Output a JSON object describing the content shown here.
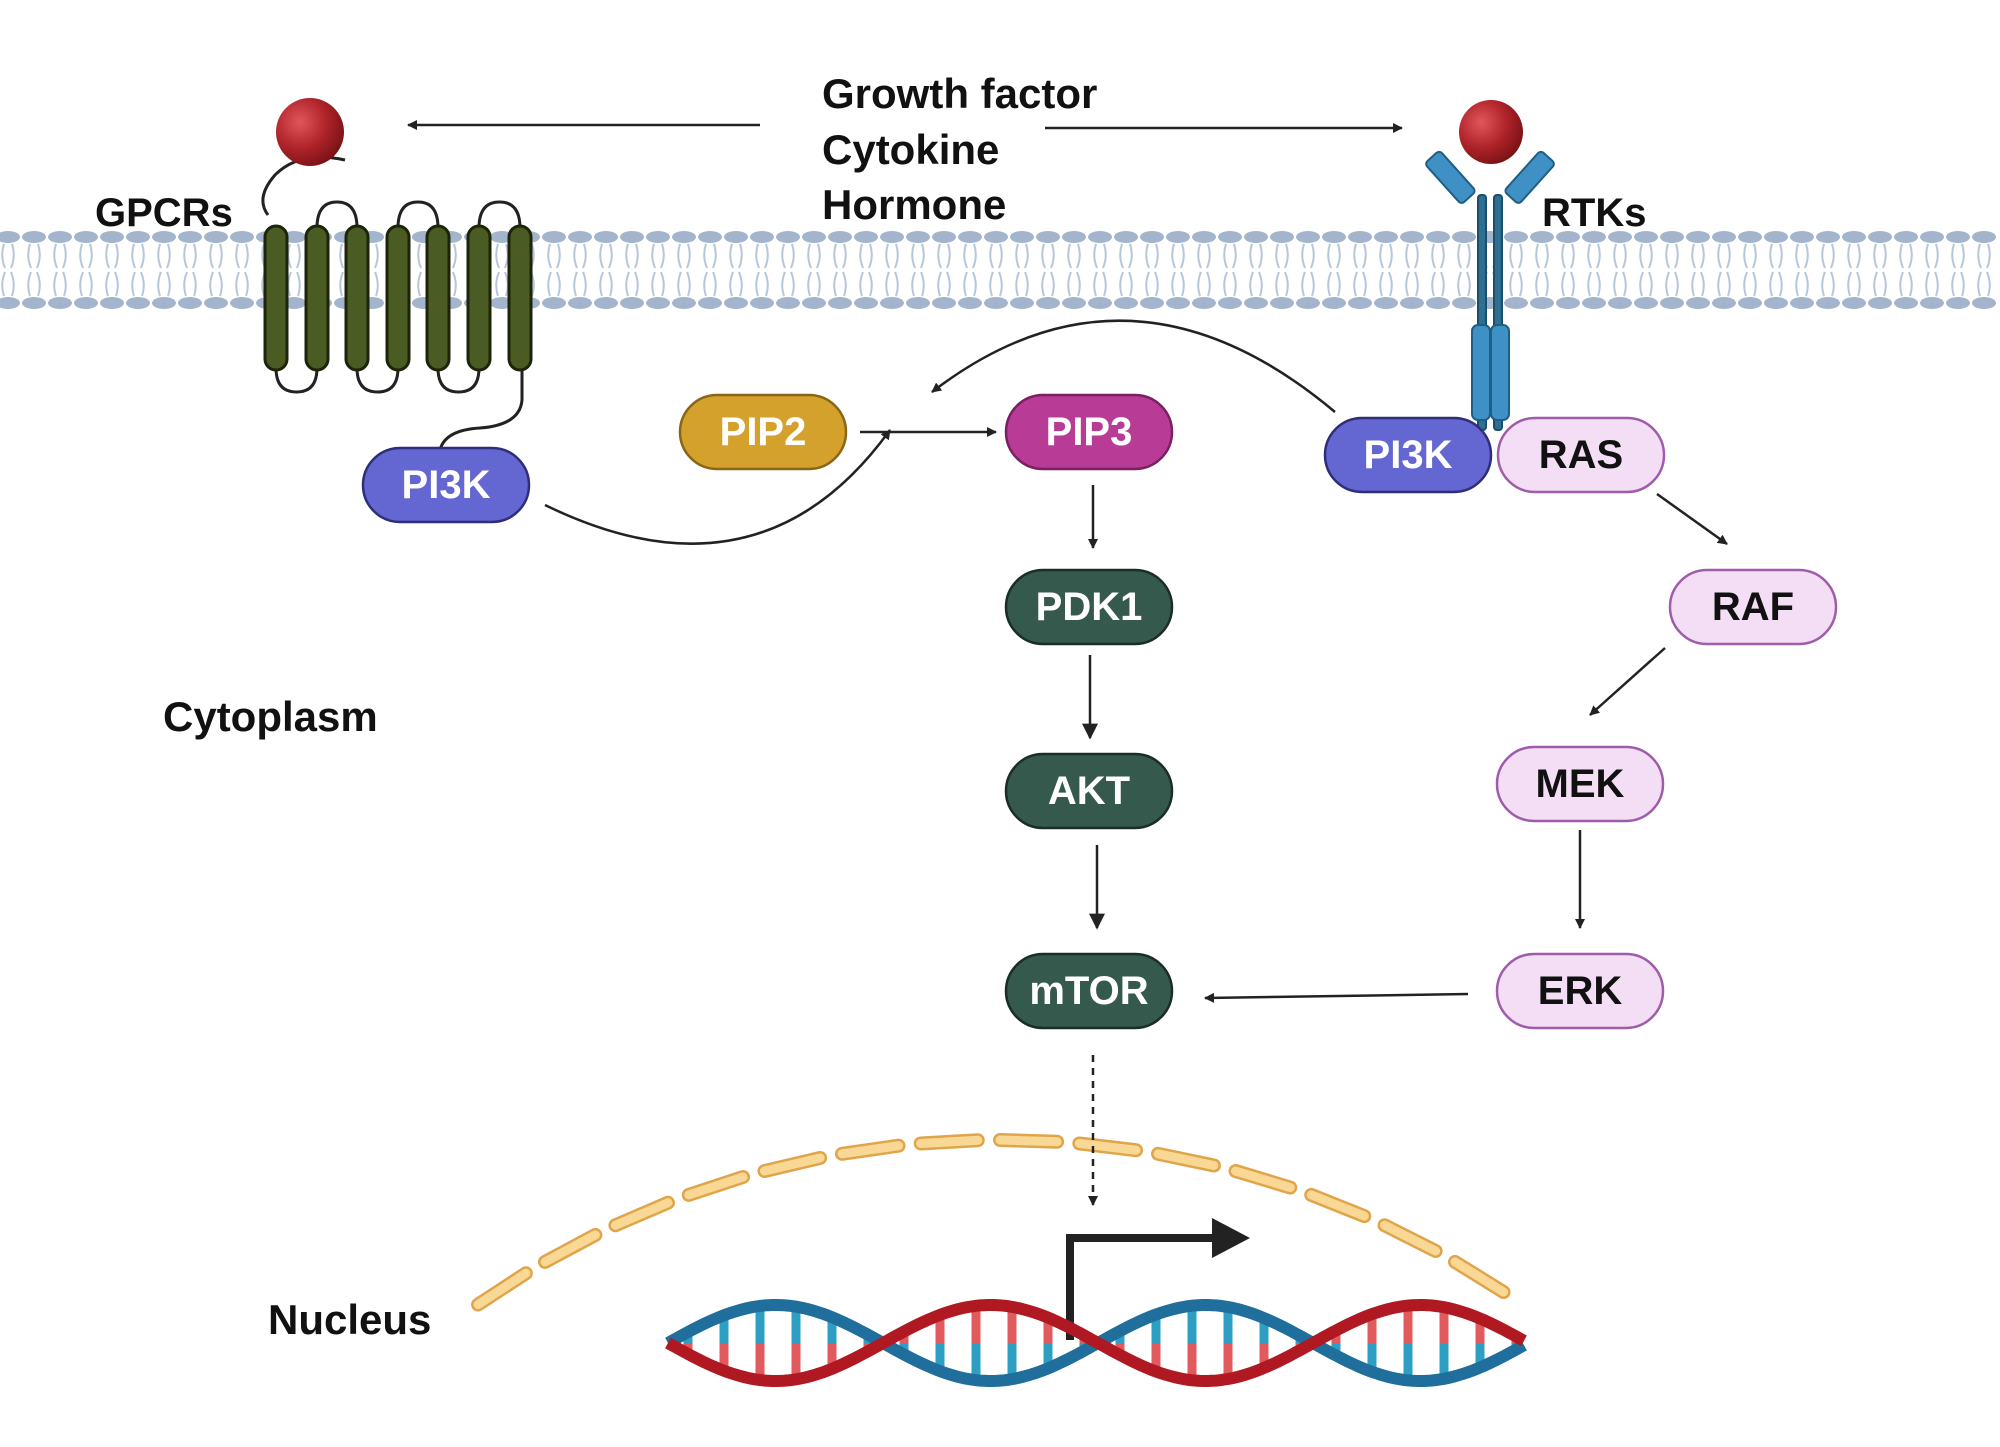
{
  "ligands": [
    "Growth factor",
    "Cytokine",
    "Hormone"
  ],
  "receptors": {
    "gpcr": "GPCRs",
    "rtk": "RTKs"
  },
  "compartments": {
    "cytoplasm": "Cytoplasm",
    "nucleus": "Nucleus"
  },
  "nodes": {
    "pi3k_left": "PI3K",
    "pi3k_right": "PI3K",
    "pip2": "PIP2",
    "pip3": "PIP3",
    "pdk1": "PDK1",
    "akt": "AKT",
    "mtor": "mTOR",
    "ras": "RAS",
    "raf": "RAF",
    "mek": "MEK",
    "erk": "ERK"
  },
  "colors": {
    "pi3k": "#6466d1",
    "pip2": "#d3a12c",
    "pip3": "#b83c96",
    "pathway_dark": "#35594c",
    "mapk_fill": "#f4def5",
    "mapk_stroke": "#9f5cab",
    "gpcr": "#4a5b23",
    "rtk": "#3f90c5",
    "ligand": "#a51e24",
    "membrane": "#a3b5cc",
    "nuclear_envelope": "#f5c978",
    "dna_red": "#b01822",
    "dna_blue": "#1f6e9c"
  }
}
